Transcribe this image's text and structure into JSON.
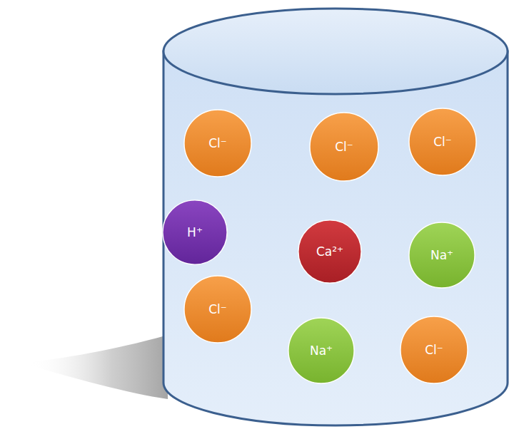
{
  "diagram": {
    "nodes": [
      {
        "text": [
          "Cl⁻"
        ]
      },
      {
        "text": [
          "Cl⁻"
        ]
      },
      {
        "text": [
          "Cl⁻"
        ]
      },
      {
        "text": [
          "H⁺"
        ]
      },
      {
        "text": [
          "Ca²⁺"
        ]
      },
      {
        "text": [
          "Na⁺"
        ]
      },
      {
        "text": [
          "Cl⁻"
        ]
      },
      {
        "text": [
          "Na⁺"
        ]
      },
      {
        "text": [
          "Cl⁻"
        ]
      }
    ]
  }
}
